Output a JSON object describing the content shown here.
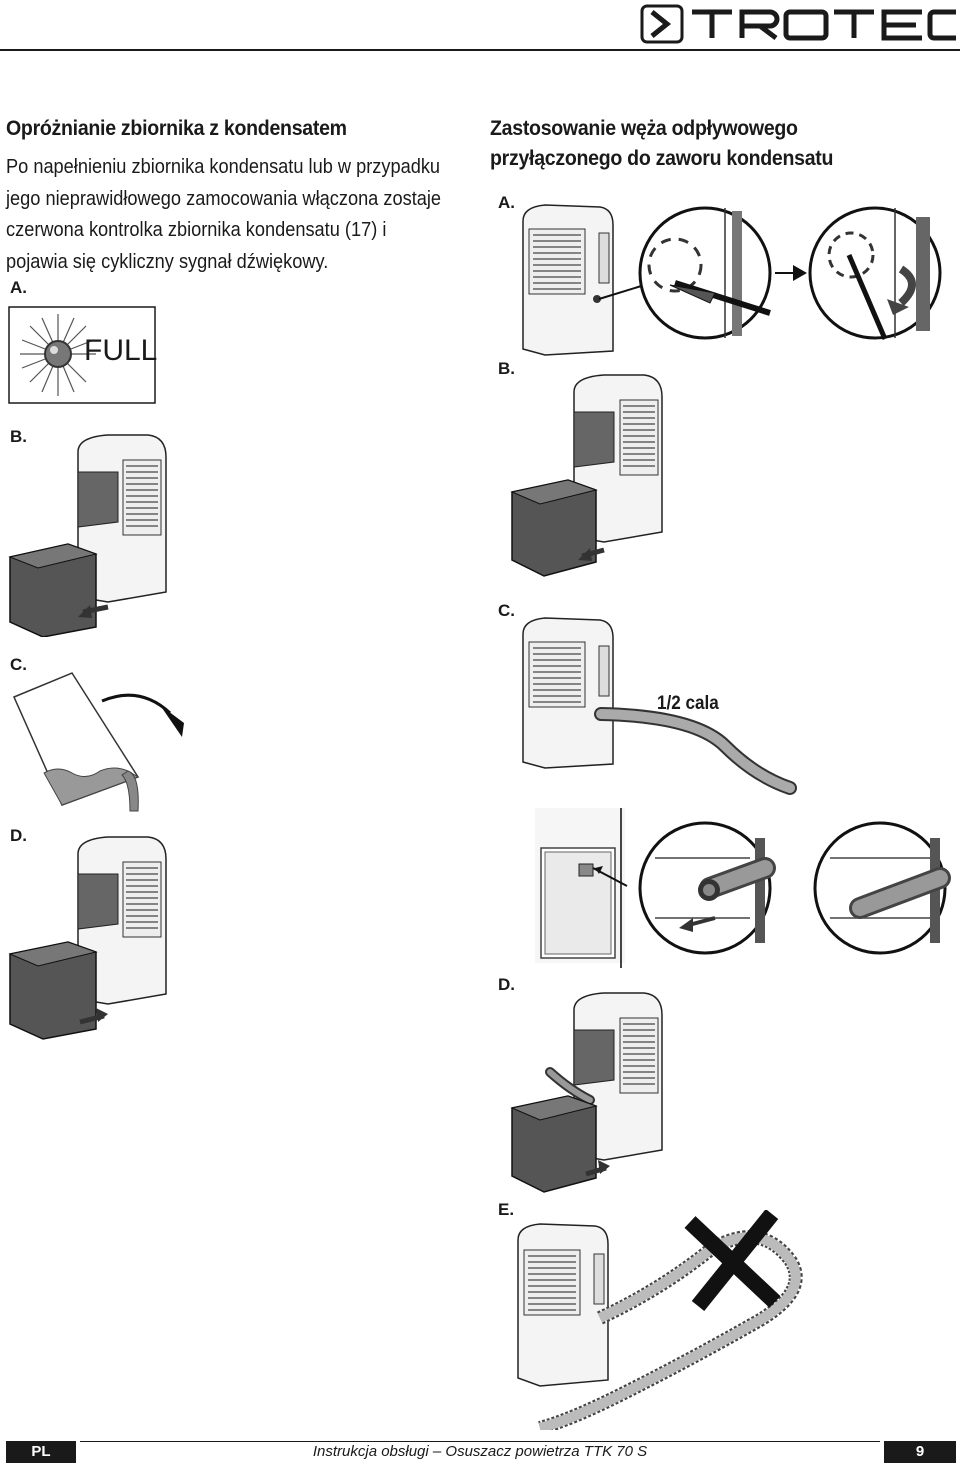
{
  "header": {
    "logo_text": "TROTEC"
  },
  "left": {
    "heading": "Opróżnianie zbiornika z kondensatem",
    "lines": [
      "Po napełnieniu zbiornika kondensatu lub w przypadku",
      "jego nieprawidłowego zamocowania włączona zostaje",
      "czerwona kontrolka zbiornika kondensatu (17) i",
      "pojawia się cykliczny sygnał dźwiękowy."
    ],
    "steps": [
      "A.",
      "B.",
      "C.",
      "D."
    ],
    "full_label": "FULL"
  },
  "right": {
    "heading_line1": "Zastosowanie węża odpływowego",
    "heading_line2": "przyłączonego do zaworu kondensatu",
    "steps": [
      "A.",
      "B.",
      "C.",
      "D.",
      "E."
    ],
    "hose_label": "1/2 cala"
  },
  "footer": {
    "lang": "PL",
    "title": "Instrukcja obsługi – Osuszacz powietrza TTK 70 S",
    "page": "9"
  }
}
